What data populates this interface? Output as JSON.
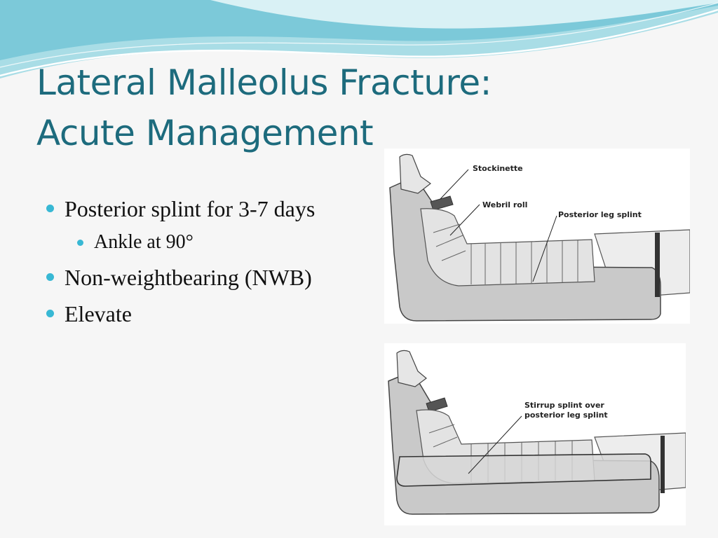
{
  "slide": {
    "title_line1": "Lateral Malleolus Fracture:",
    "title_line2": "Acute Management",
    "bullets": [
      {
        "text": "Posterior splint for 3-7 days",
        "level": 1
      },
      {
        "text": "Ankle at 90°",
        "level": 2
      },
      {
        "text": "Non-weightbearing (NWB)",
        "level": 1
      },
      {
        "text": "Elevate",
        "level": 1
      }
    ]
  },
  "figure_top": {
    "labels": {
      "stockinette": "Stockinette",
      "webril_roll": "Webril roll",
      "posterior_leg_splint": "Posterior leg splint"
    }
  },
  "figure_bottom": {
    "labels": {
      "stirrup_line1": "Stirrup splint over",
      "stirrup_line2": "posterior leg splint"
    }
  },
  "colors": {
    "title": "#1d6b7d",
    "bullet": "#38b8d4",
    "background": "#f6f6f6"
  }
}
